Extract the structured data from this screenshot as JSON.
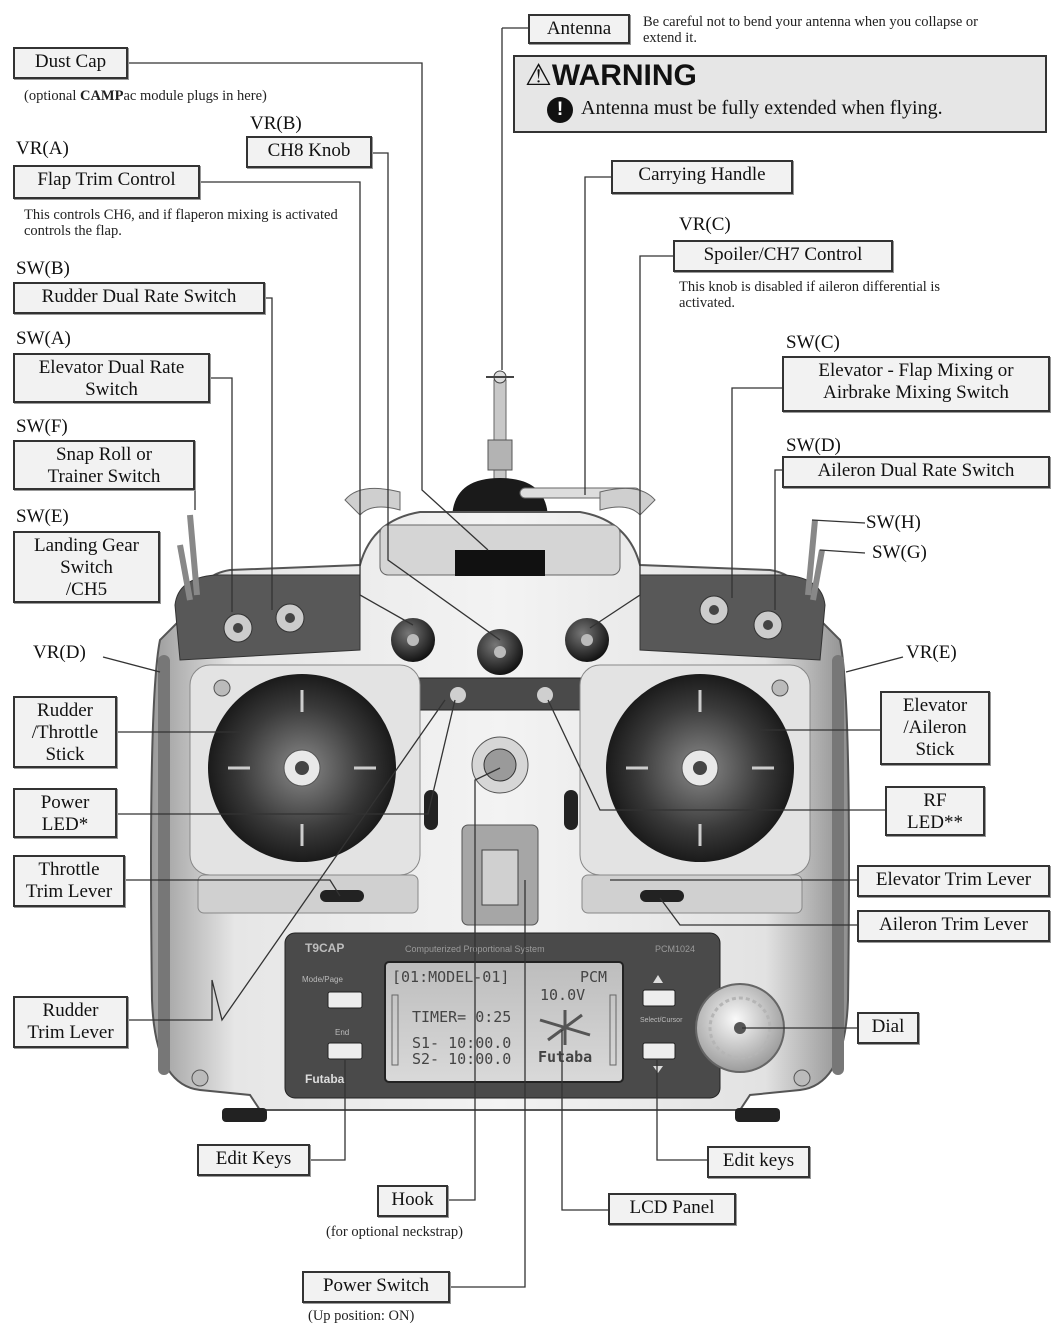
{
  "antenna": {
    "label": "Antenna",
    "note": "Be careful not to bend your antenna when you collapse or extend it."
  },
  "warning": {
    "title": "WARNING",
    "text": "Antenna must be fully extended when flying."
  },
  "dust_cap": {
    "label": "Dust Cap",
    "note_prefix": "(optional ",
    "note_bold": "CAMP",
    "note_suffix": "ac module plugs in here)"
  },
  "ch8_knob": {
    "code": "VR(B)",
    "label": "CH8 Knob"
  },
  "flap_trim": {
    "code": "VR(A)",
    "label": "Flap Trim Control",
    "note": "This controls CH6, and if flaperon mixing is activated controls the flap."
  },
  "carrying_handle": {
    "label": "Carrying Handle"
  },
  "spoiler": {
    "code": "VR(C)",
    "label": "Spoiler/CH7 Control",
    "note": "This knob is disabled if aileron differential is activated."
  },
  "rudder_dr": {
    "code": "SW(B)",
    "label": "Rudder Dual Rate Switch"
  },
  "elevator_dr": {
    "code": "SW(A)",
    "label_line1": "Elevator Dual Rate",
    "label_line2": "Switch"
  },
  "snap_roll": {
    "code": "SW(F)",
    "label_line1": "Snap Roll or",
    "label_line2": "Trainer Switch"
  },
  "landing_gear": {
    "code": "SW(E)",
    "label_line1": "Landing Gear",
    "label_line2": "Switch",
    "label_line3": "/CH5"
  },
  "elev_flap_mix": {
    "code": "SW(C)",
    "label_line1": "Elevator - Flap Mixing or",
    "label_line2": "Airbrake Mixing Switch"
  },
  "aileron_dr": {
    "code": "SW(D)",
    "label": "Aileron Dual Rate Switch"
  },
  "sw_h": {
    "code": "SW(H)"
  },
  "sw_g": {
    "code": "SW(G)"
  },
  "vr_d": {
    "code": "VR(D)"
  },
  "vr_e": {
    "code": "VR(E)"
  },
  "rudder_throttle_stick": {
    "label_line1": "Rudder",
    "label_line2": "/Throttle",
    "label_line3": "Stick"
  },
  "elevator_aileron_stick": {
    "label_line1": "Elevator",
    "label_line2": "/Aileron",
    "label_line3": "Stick"
  },
  "power_led": {
    "label_line1": "Power",
    "label_line2": "LED*"
  },
  "rf_led": {
    "label_line1": "RF",
    "label_line2": "LED**"
  },
  "throttle_trim": {
    "label_line1": "Throttle",
    "label_line2": "Trim Lever"
  },
  "elevator_trim": {
    "label": "Elevator Trim Lever"
  },
  "aileron_trim": {
    "label": "Aileron Trim Lever"
  },
  "rudder_trim": {
    "label_line1": "Rudder",
    "label_line2": "Trim Lever"
  },
  "dial": {
    "label": "Dial"
  },
  "edit_keys_left": {
    "label": "Edit Keys"
  },
  "edit_keys_right": {
    "label": "Edit keys"
  },
  "hook": {
    "label": "Hook",
    "note": "(for optional neckstrap)"
  },
  "lcd_panel": {
    "label": "LCD Panel"
  },
  "power_switch": {
    "label": "Power Switch",
    "note": "(Up position: ON)"
  },
  "transmitter": {
    "model_name": "T9CAP",
    "brand": "Futaba",
    "system_name": "Computerized Proportional System",
    "code": "PCM1024",
    "lcd_line1": "[01:MODEL-01]",
    "lcd_line1b": "PCM",
    "lcd_line2": "10.0V",
    "lcd_line3": "TIMER= 0:25",
    "lcd_line4": "S1- 10:00.0",
    "lcd_line5": "S2- 10:00.0",
    "lcd_brand": "Futaba",
    "mode_page_label": "Mode/Page",
    "end_label": "End",
    "select_label": "Select/Cursor"
  }
}
